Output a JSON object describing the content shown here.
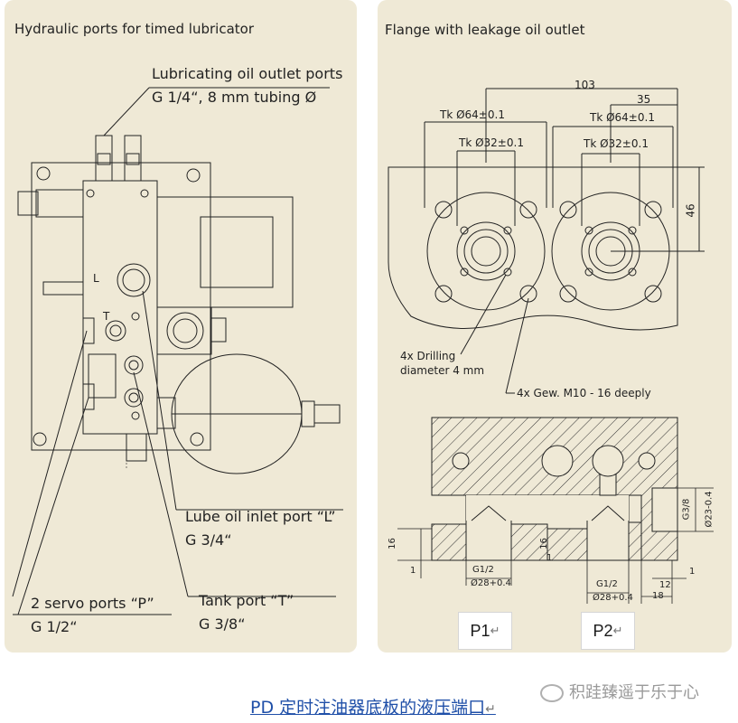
{
  "left": {
    "title": "Hydraulic ports for timed lubricator",
    "outlet_ports_title": "Lubricating oil outlet ports",
    "outlet_ports_spec": "G 1/4“, 8 mm tubing Ø",
    "inlet_title": "Lube oil inlet port “L”",
    "inlet_spec": "G 3/4“",
    "servo_title": "2 servo ports “P”",
    "servo_spec": "G 1/2“",
    "tank_title": "Tank port “T”",
    "tank_spec": "G 3/8“",
    "block_letters": [
      "L",
      "T"
    ]
  },
  "right": {
    "title": "Flange with leakage oil outlet",
    "dim_103": "103",
    "dim_35": "35",
    "dim_46": "46",
    "tk64_left": "Tk Ø64±0.1",
    "tk64_right": "Tk Ø64±0.1",
    "tk32_left": "Tk Ø32±0.1",
    "tk32_right": "Tk Ø32±0.1",
    "drilling_line1": "4x Drilling",
    "drilling_line2": "diameter 4 mm",
    "thread_note": "4x Gew. M10 - 16 deeply",
    "g12_left": "G1/2",
    "d28_left": "Ø28+0.4",
    "g12_right": "G1/2",
    "d28_right": "Ø28+0.4",
    "g38": "G3/8",
    "d23": "Ø23-0.4",
    "dim_16_left": "16",
    "dim_1_left": "1",
    "dim_16_mid": "16",
    "dim_1_mid": "1",
    "dim_12": "12",
    "dim_18": "18",
    "dim_1_right": "1"
  },
  "labels": {
    "p1": "P1",
    "p2": "P2",
    "return_mark": "↵"
  },
  "caption": "PD 定时注油器底板的液压端口",
  "watermark": "积跬臻遥于乐于心"
}
